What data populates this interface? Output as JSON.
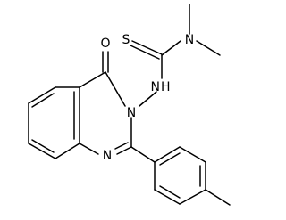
{
  "atoms": {
    "S": "S",
    "N_amine": "N",
    "O": "O",
    "NH": "N",
    "H": "H",
    "N_ring3": "N",
    "N_ring1": "N"
  },
  "colors": {
    "bond": "#000000",
    "label": "#000000",
    "background": "#ffffff"
  }
}
